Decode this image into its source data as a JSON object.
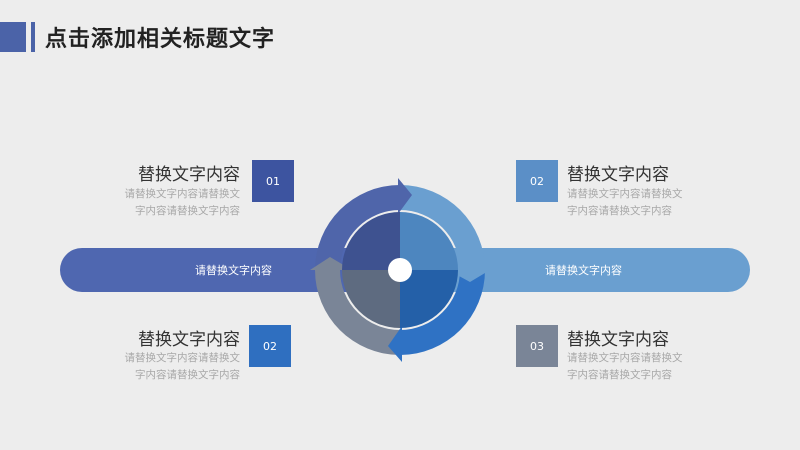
{
  "title": "点击添加相关标题文字",
  "band_left_text": "请替换文字内容",
  "band_right_text": "请替换文字内容",
  "items": [
    {
      "number": "01",
      "title": "替换文字内容",
      "desc_line1": "请替换文字内容请替换文",
      "desc_line2": "字内容请替换文字内容",
      "box_color": "#3d54a0"
    },
    {
      "number": "02",
      "title": "替换文字内容",
      "desc_line1": "请替换文字内容请替换文",
      "desc_line2": "字内容请替换文字内容",
      "box_color": "#5b8fc7"
    },
    {
      "number": "02",
      "title": "替换文字内容",
      "desc_line1": "请替换文字内容请替换文",
      "desc_line2": "字内容请替换文字内容",
      "box_color": "#2f6fc0"
    },
    {
      "number": "03",
      "title": "替换文字内容",
      "desc_line1": "请替换文字内容请替换文",
      "desc_line2": "字内容请替换文字内容",
      "box_color": "#7a8597"
    }
  ],
  "colors": {
    "accent": "#4b63a8",
    "band_left": "#4f67b0",
    "band_right": "#6a9fd0",
    "wheel_top_left": "#4f65aa",
    "wheel_top_right": "#6a9fd0",
    "wheel_bottom_right": "#2f72c4",
    "wheel_bottom_left": "#7a8597"
  }
}
